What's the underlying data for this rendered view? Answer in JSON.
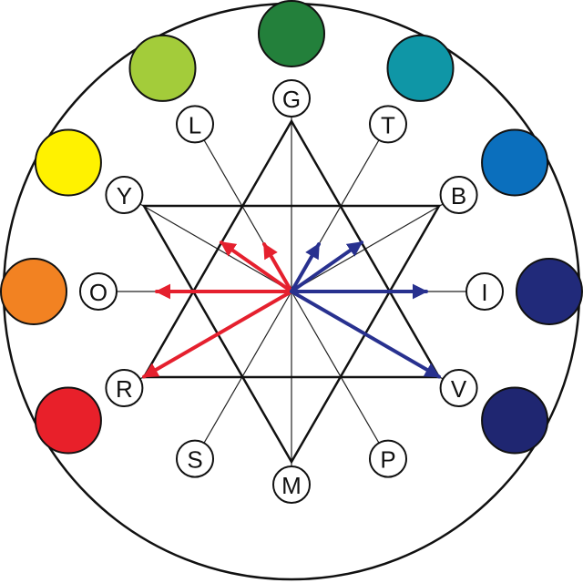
{
  "nodes": [
    {
      "key": "G",
      "label": "G",
      "color": "#23803b"
    },
    {
      "key": "T",
      "label": "T",
      "color": "#0f96a6"
    },
    {
      "key": "B",
      "label": "B",
      "color": "#0b6fbd"
    },
    {
      "key": "I",
      "label": "I",
      "color": "#212a7a"
    },
    {
      "key": "V",
      "label": "V",
      "color": "#1f2671"
    },
    {
      "key": "P",
      "label": "P",
      "color": null
    },
    {
      "key": "M",
      "label": "M",
      "color": null
    },
    {
      "key": "S",
      "label": "S",
      "color": null
    },
    {
      "key": "R",
      "label": "R",
      "color": "#e8202a"
    },
    {
      "key": "O",
      "label": "O",
      "color": "#f28222"
    },
    {
      "key": "Y",
      "label": "Y",
      "color": "#fff200"
    },
    {
      "key": "L",
      "label": "L",
      "color": "#a3cc3a"
    }
  ],
  "colors": {
    "outline": "#111111",
    "warm_arrows": "#e5202e",
    "cool_arrows": "#28318f"
  }
}
